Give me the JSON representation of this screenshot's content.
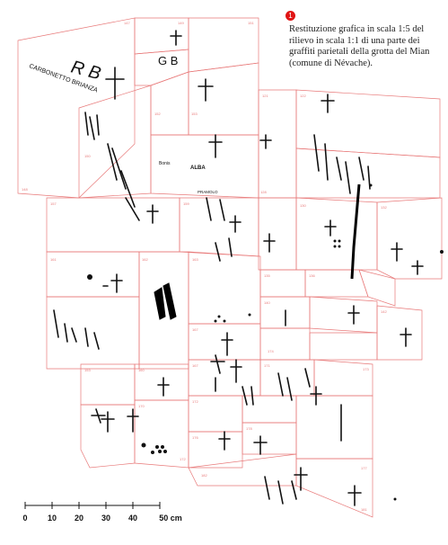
{
  "caption": {
    "number": "1",
    "text": "Restituzione grafica in scala 1:5 del rilievo in scala 1:1 di una parte dei graffiti parietali della grotta del Mian (comune di Névache)."
  },
  "scale_bar": {
    "ticks": [
      "0",
      "10",
      "20",
      "30",
      "40",
      "50 cm"
    ]
  },
  "inscriptions": {
    "carbonetto": "CARBONETTO BRIANZA",
    "rb": "R B",
    "gb": "G B",
    "bonis": "Bonis",
    "alba": "ALBA",
    "pramolo": "PRAMOLO"
  },
  "colors": {
    "panel_line": "#e87a7a",
    "ink": "#111111",
    "badge": "#e01414"
  }
}
